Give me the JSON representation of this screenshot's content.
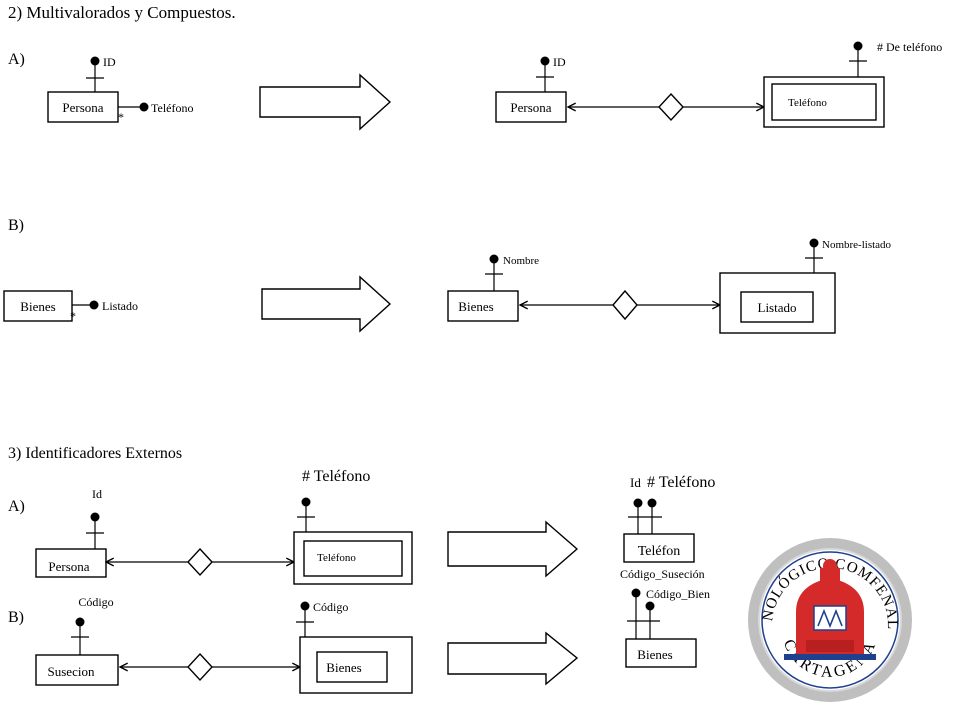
{
  "headings": {
    "s2": "2) Multivalorados y Compuestos.",
    "s3": "3) Identificadores Externos",
    "a1": "A)",
    "b1": "B)",
    "a2": "A)",
    "b2": "B)"
  },
  "s2a": {
    "persona_left": "Persona",
    "id_left": "ID",
    "telefono_attr": "Teléfono",
    "mult": "*",
    "persona_right": "Persona",
    "id_right": "ID",
    "telefono_entity": "Teléfono",
    "de_telefono": "# De teléfono"
  },
  "s2b": {
    "bienes_left": "Bienes",
    "listado_attr": "Listado",
    "mult": "*",
    "bienes_right": "Bienes",
    "nombre": "Nombre",
    "listado_entity": "Listado",
    "nombre_listado": "Nombre-listado"
  },
  "s3a": {
    "persona": "Persona",
    "id": "Id",
    "telefono_entity": "Teléfono",
    "num_telefono": "# Teléfono",
    "result_entity": "Teléfon",
    "result_id": "Id",
    "result_num": "# Teléfono",
    "codigo_susecion": "Código_Suseción"
  },
  "s3b": {
    "susecion": "Susecion",
    "codigo_left": "Código",
    "bienes_entity": "Bienes",
    "codigo_right": "Código",
    "result_entity": "Bienes",
    "codigo_bien": "Código_Bien"
  },
  "logo": {
    "top_text": "TECNOLÓGICO COMFENALCO",
    "bottom_text": "CARTAGENA",
    "colors": {
      "red": "#d42a2a",
      "navy": "#1f3f8f",
      "gray": "#bfbfbf"
    }
  }
}
